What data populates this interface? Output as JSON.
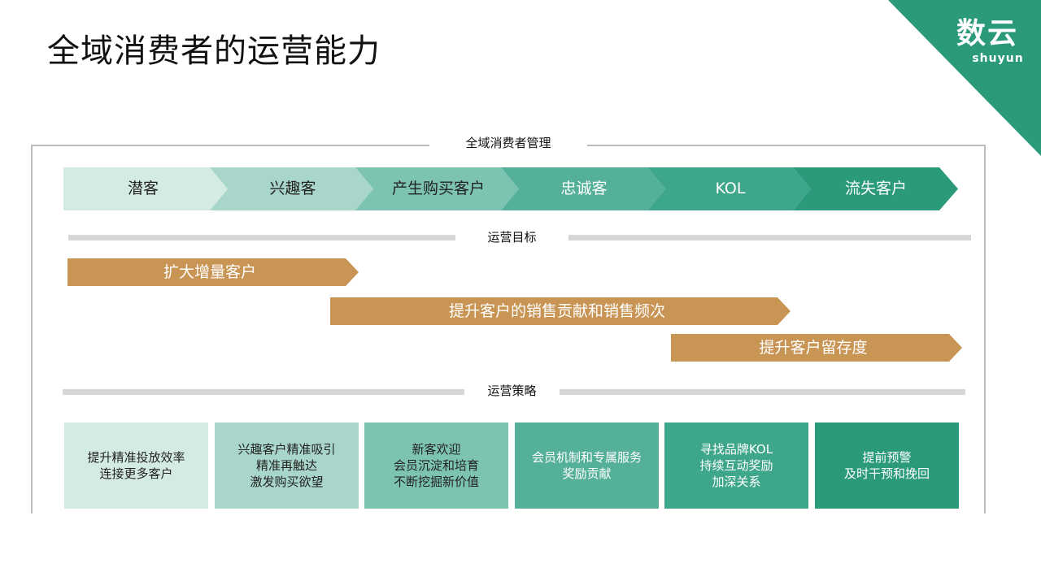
{
  "page_title": "全域消费者的运营能力",
  "brand": {
    "name": "数云",
    "latin": "shuyun",
    "color": "#2a9a7a"
  },
  "frame_title": "全域消费者管理",
  "stages": [
    {
      "label": "潜客",
      "color": "#d4ebe3"
    },
    {
      "label": "兴趣客",
      "color": "#a9d6ca"
    },
    {
      "label": "产生购买客户",
      "color": "#7cc3b1"
    },
    {
      "label": "忠诚客",
      "color": "#55b09a"
    },
    {
      "label": "KOL",
      "color": "#3ea68a"
    },
    {
      "label": "流失客户",
      "color": "#2a9a7a"
    }
  ],
  "goals_title": "运营目标",
  "goals": [
    {
      "label": "扩大增量客户"
    },
    {
      "label": "提升客户的销售贡献和销售频次"
    },
    {
      "label": "提升客户留存度"
    }
  ],
  "goal_color": "#c99555",
  "strategy_title": "运营策略",
  "strategies": [
    {
      "lines": [
        "提升精准投放效率",
        "连接更多客户"
      ],
      "color": "#d4ebe3"
    },
    {
      "lines": [
        "兴趣客户精准吸引",
        "精准再触达",
        "激发购买欲望"
      ],
      "color": "#a9d6ca"
    },
    {
      "lines": [
        "新客欢迎",
        "会员沉淀和培育",
        "不断挖掘新价值"
      ],
      "color": "#7cc3b1"
    },
    {
      "lines": [
        "会员机制和专属服务",
        "奖励贡献"
      ],
      "color": "#55b09a"
    },
    {
      "lines": [
        "寻找品牌KOL",
        "持续互动奖励",
        "加深关系"
      ],
      "color": "#3ea68a"
    },
    {
      "lines": [
        "提前预警",
        "及时干预和挽回"
      ],
      "color": "#2a9a7a"
    }
  ]
}
